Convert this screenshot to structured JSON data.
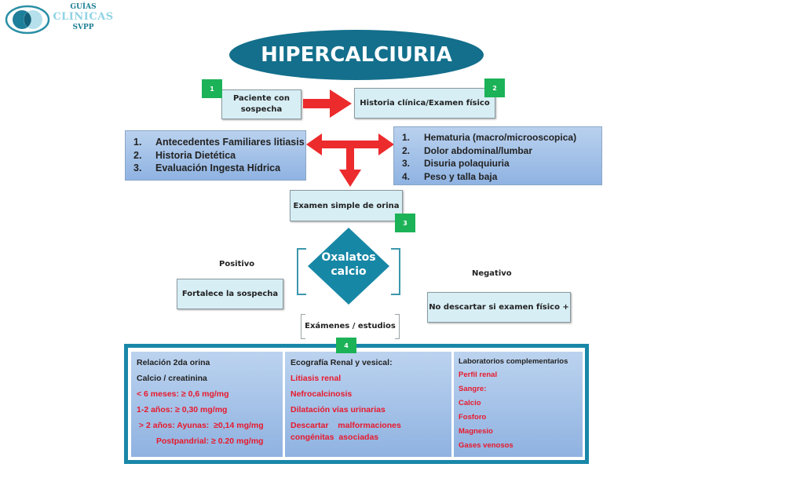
{
  "logo": {
    "line1": "GUÍAS",
    "line2": "CLINICAS",
    "line3": "SVPP",
    "icon": "overlapping-circles-icon"
  },
  "title": "HIPERCALCIURIA",
  "colors": {
    "title_bg": "#136f8c",
    "badge": "#1cb257",
    "arrow": "#ec2b2d",
    "box_fill": "#d7eef5",
    "accent_border": "#1987a8",
    "red_text": "#e8192c"
  },
  "steps": {
    "step1": {
      "badge": "1",
      "label_line1": "Paciente con",
      "label_line2": "sospecha"
    },
    "step2": {
      "badge": "2",
      "label": "Historia clínica/Examen físico"
    },
    "step3": {
      "badge": "3",
      "label": "Examen simple de orina"
    },
    "step4": {
      "badge": "4"
    }
  },
  "history_list": [
    {
      "num": "1.",
      "text": "Antecedentes Familiares litiasis"
    },
    {
      "num": "2.",
      "text": "Historia Dietética"
    },
    {
      "num": "3.",
      "text": "Evaluación Ingesta Hídrica"
    }
  ],
  "symptoms_list": [
    {
      "num": "1.",
      "text": "Hematuria (macro/microoscopica)"
    },
    {
      "num": "2.",
      "text": "Dolor abdominal/lumbar"
    },
    {
      "num": "3.",
      "text": "Disuria polaquiuria"
    },
    {
      "num": "4.",
      "text": "Peso y talla baja"
    }
  ],
  "decision": {
    "line1": "Oxalatos",
    "line2": "calcio",
    "positive_label": "Positivo",
    "positive_result": "Fortalece la sospecha",
    "negative_label": "Negativo",
    "negative_result": "No descartar si examen físico +",
    "studies_label": "Exámenes / estudios"
  },
  "panels": {
    "urine": {
      "title1": "Relación 2da orina",
      "title2": "Calcio / creatinina",
      "items": [
        "< 6 meses: ≥ 0,6 mg/mg",
        "1-2 años:  ≥ 0,30 mg/mg",
        " > 2 años: Ayunas:  ≥0,14 mg/mg",
        "Postpandrial: ≥ 0.20 mg/mg"
      ]
    },
    "ultrasound": {
      "title": "Ecografía Renal y vesical:",
      "items": [
        "Litiasis renal",
        "Nefrocalcinosis",
        "Dilatación vías urinarias",
        "Descartar  malformaciones  congénitas asociadas"
      ]
    },
    "labs": {
      "title": "Laboratorios complementarios",
      "items": [
        "Perfil renal",
        "Sangre:",
        "Calcio",
        "Fosforo",
        "Magnesio",
        "Gases venosos"
      ]
    }
  }
}
